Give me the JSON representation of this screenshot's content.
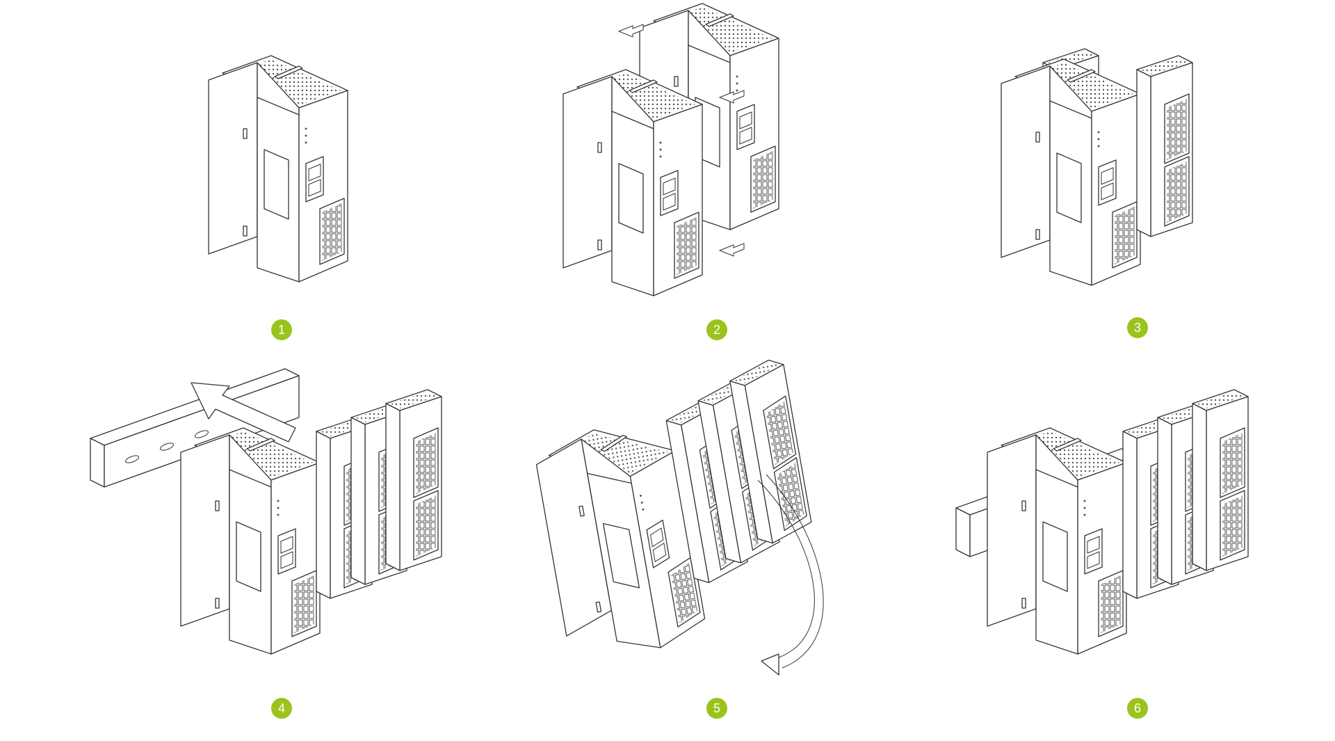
{
  "steps": [
    {
      "label": "1",
      "icon": "step-1-module-single"
    },
    {
      "label": "2",
      "icon": "step-2-module-attach"
    },
    {
      "label": "3",
      "icon": "step-3-modules-joined"
    },
    {
      "label": "4",
      "icon": "step-4-rail-slide"
    },
    {
      "label": "5",
      "icon": "step-5-rail-rotate"
    },
    {
      "label": "6",
      "icon": "step-6-mounted-on-rail"
    }
  ],
  "colors": {
    "badge": "#9ac31c",
    "line": "#333333",
    "background": "#ffffff"
  }
}
